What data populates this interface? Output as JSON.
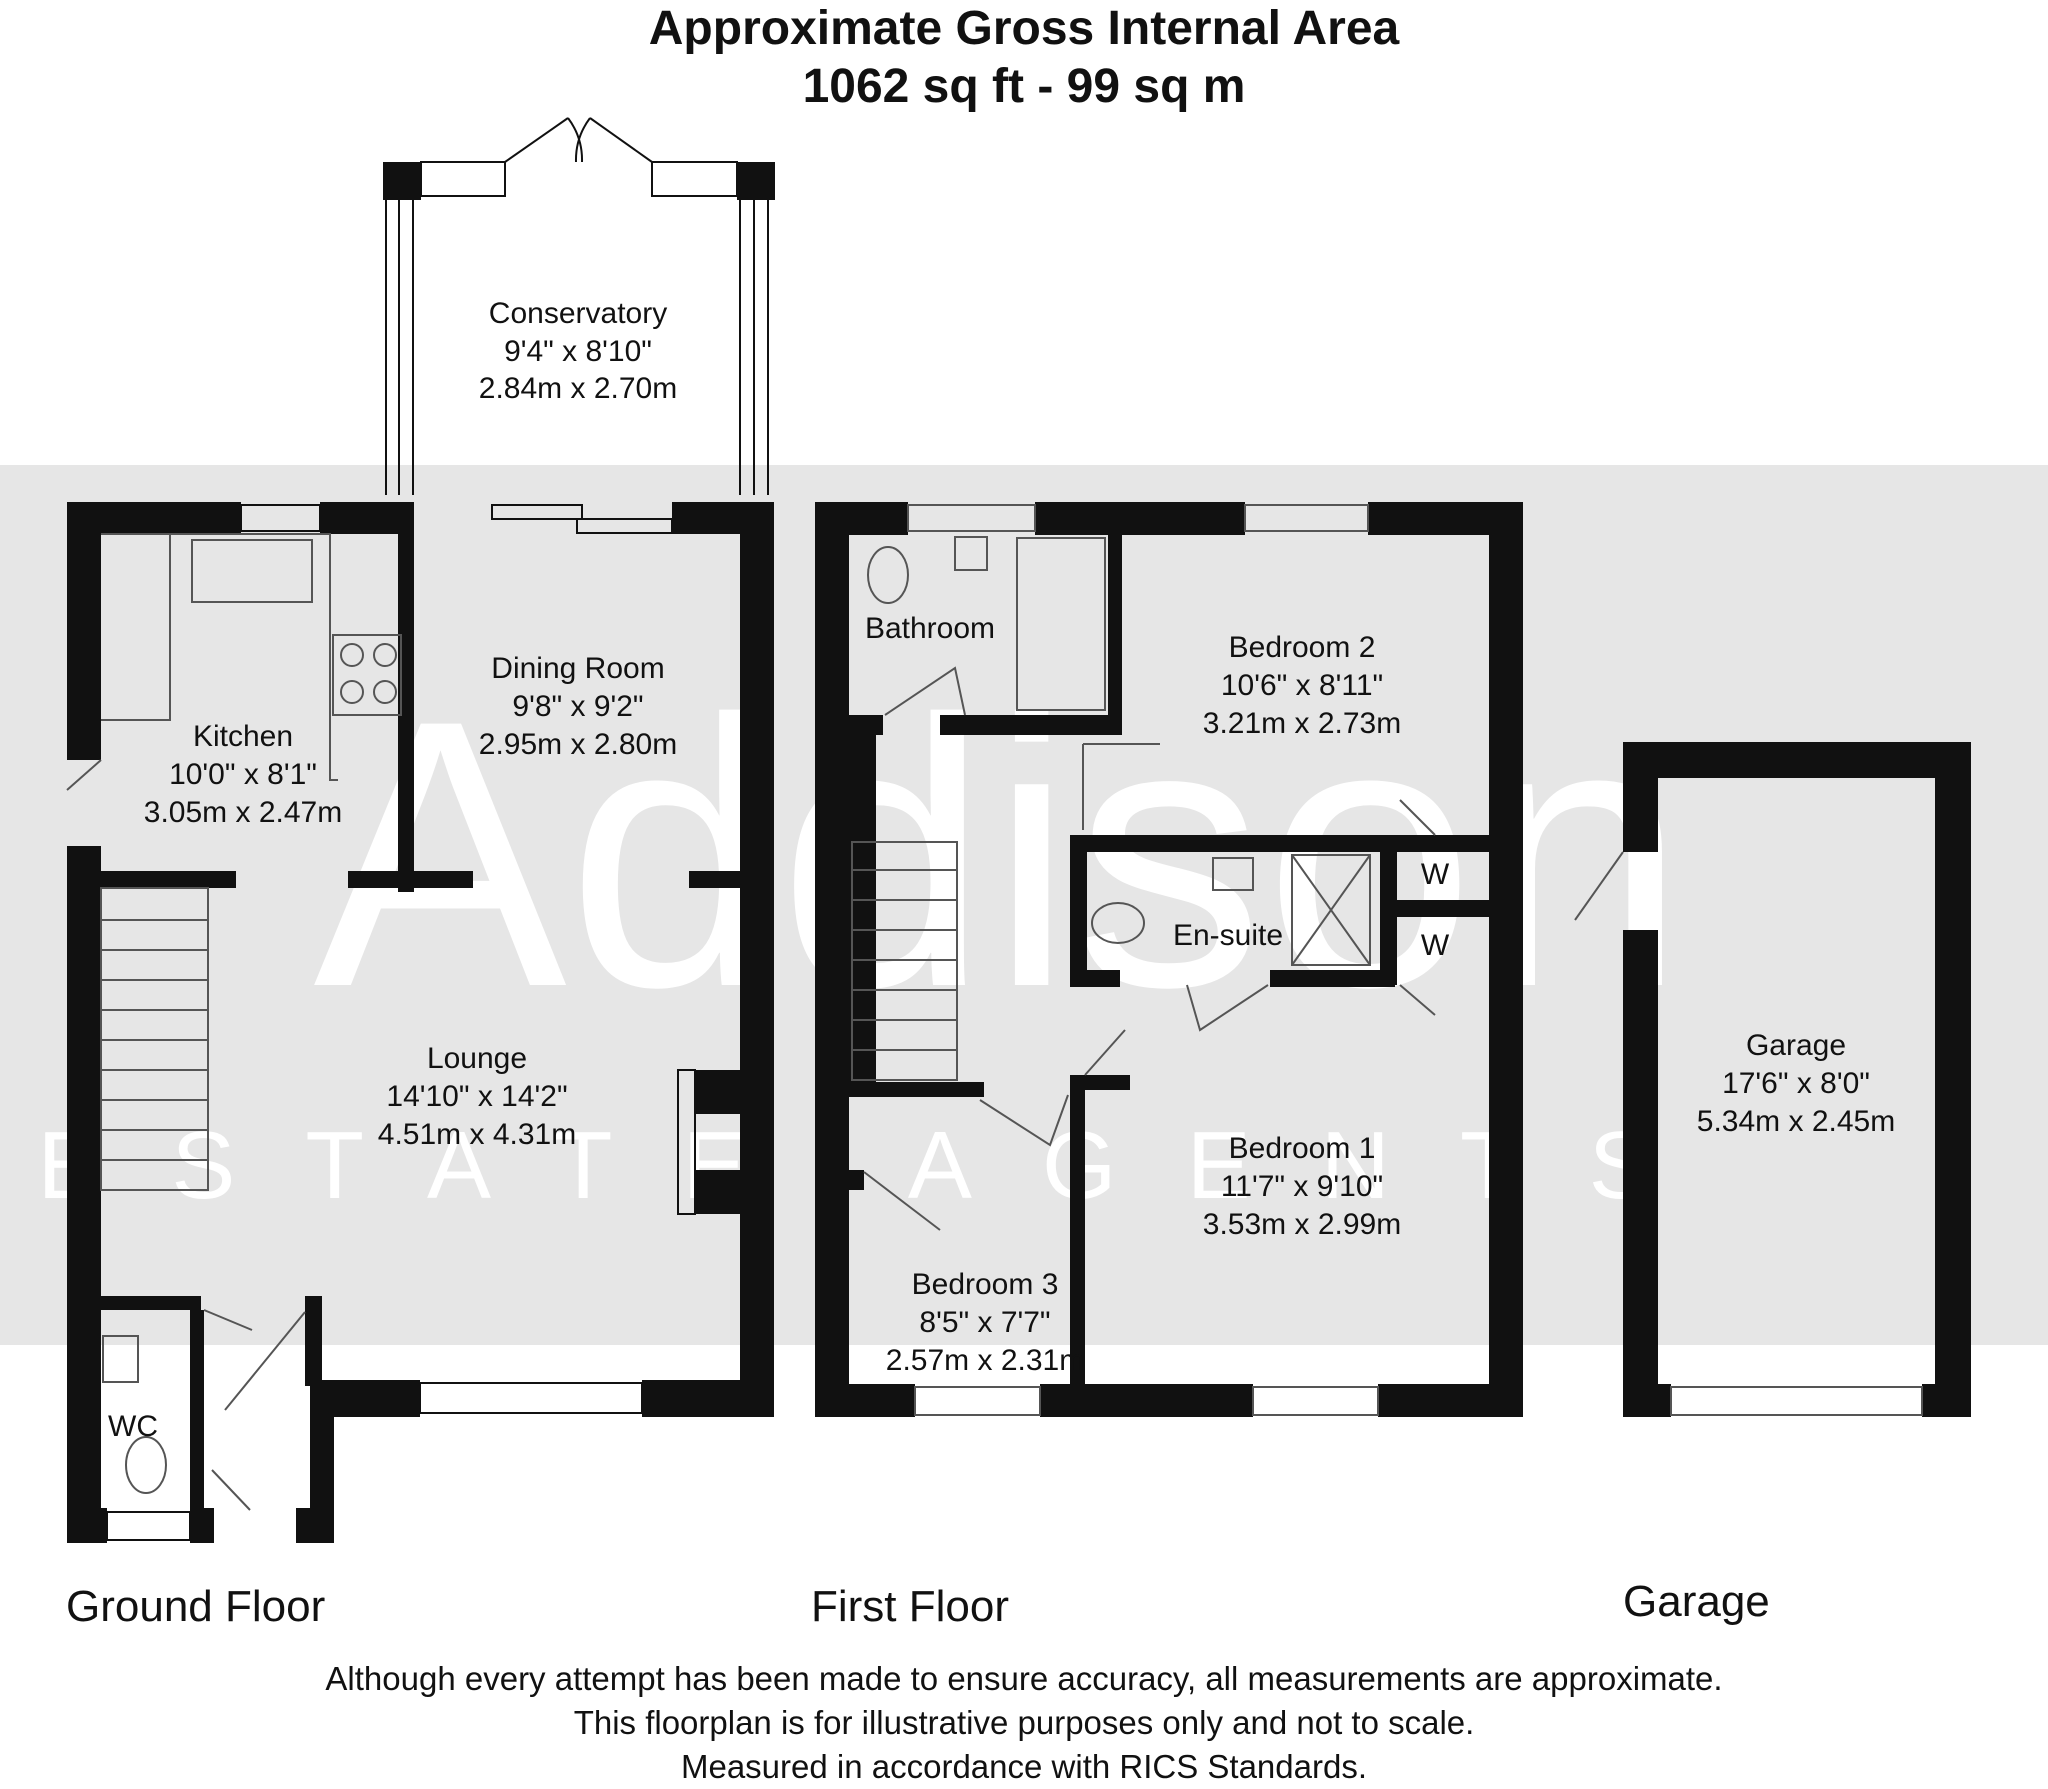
{
  "header": {
    "title": "Approximate Gross Internal Area",
    "area": "1062 sq ft - 99 sq m"
  },
  "watermark": {
    "brand": "Addison",
    "subtitle": "ESTATE AGENTS"
  },
  "rooms": {
    "conservatory": {
      "name": "Conservatory",
      "imperial": "9'4\" x 8'10\"",
      "metric": "2.84m x 2.70m"
    },
    "dining_room": {
      "name": "Dining Room",
      "imperial": "9'8\" x 9'2\"",
      "metric": "2.95m x 2.80m"
    },
    "kitchen": {
      "name": "Kitchen",
      "imperial": "10'0\" x 8'1\"",
      "metric": "3.05m x 2.47m"
    },
    "lounge": {
      "name": "Lounge",
      "imperial": "14'10\" x 14'2\"",
      "metric": "4.51m x 4.31m"
    },
    "wc": {
      "name": "WC"
    },
    "bathroom": {
      "name": "Bathroom"
    },
    "bedroom2": {
      "name": "Bedroom 2",
      "imperial": "10'6\" x 8'11\"",
      "metric": "3.21m x 2.73m"
    },
    "ensuite": {
      "name": "En-suite"
    },
    "wardrobe1": {
      "name": "W"
    },
    "wardrobe2": {
      "name": "W"
    },
    "bedroom1": {
      "name": "Bedroom 1",
      "imperial": "11'7\" x 9'10\"",
      "metric": "3.53m x 2.99m"
    },
    "bedroom3": {
      "name": "Bedroom 3",
      "imperial": "8'5\" x 7'7\"",
      "metric": "2.57m x 2.31m"
    },
    "garage": {
      "name": "Garage",
      "imperial": "17'6\" x 8'0\"",
      "metric": "5.34m x 2.45m"
    }
  },
  "floors": {
    "ground": "Ground Floor",
    "first": "First Floor",
    "garage": "Garage"
  },
  "disclaimer": [
    "Although every attempt has been made to ensure accuracy, all measurements are approximate.",
    "This floorplan is for illustrative purposes only and not to scale.",
    "Measured in accordance with RICS Standards."
  ],
  "colors": {
    "wall": "#111111",
    "watermark_band": "#e6e6e6",
    "fixture": "#555555"
  }
}
